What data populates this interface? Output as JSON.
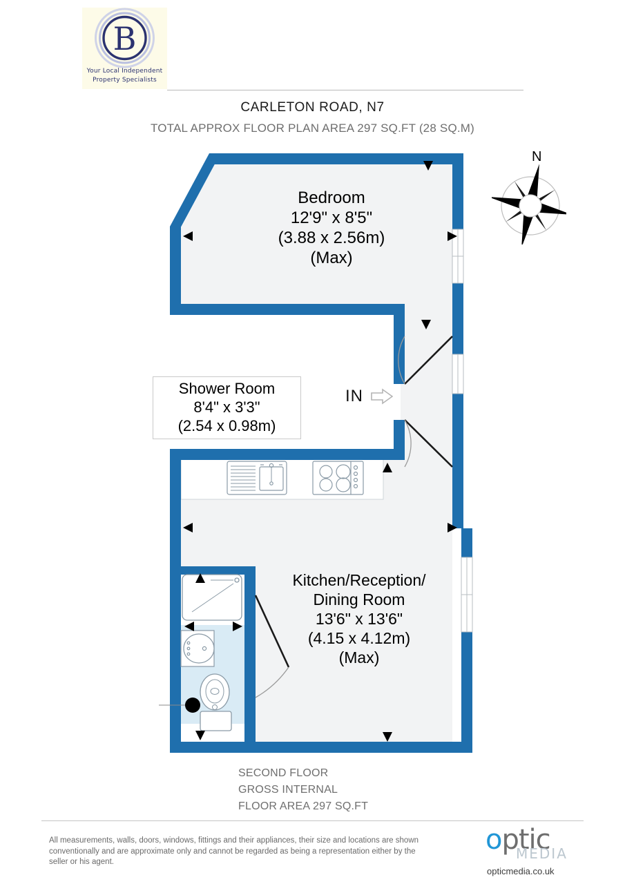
{
  "brand": {
    "monogram": "B",
    "tagline_line1": "Your Local Independent",
    "tagline_line2": "Property Specialists",
    "bg_color": "#fdfbe8",
    "ink_color": "#2b3270"
  },
  "header": {
    "title": "CARLETON ROAD, N7",
    "subtitle": "TOTAL APPROX FLOOR PLAN AREA 297 SQ.FT (28 SQ.M)"
  },
  "compass": {
    "north_label": "N"
  },
  "entry": {
    "label": "IN",
    "arrow_icon": "arrow-right-outline"
  },
  "rooms": [
    {
      "id": "bedroom",
      "name": "Bedroom",
      "dim_imperial": "12'9\" x 8'5\"",
      "dim_metric": "(3.88 x 2.56m)",
      "qualifier": "(Max)",
      "text": "Bedroom\n12'9\" x 8'5\"\n(3.88 x 2.56m)\n(Max)"
    },
    {
      "id": "shower-room",
      "name": "Shower Room",
      "dim_imperial": "8'4\" x 3'3\"",
      "dim_metric": "(2.54 x 0.98m)",
      "qualifier": "",
      "text": "Shower Room\n8'4\" x 3'3\"\n(2.54 x 0.98m)"
    },
    {
      "id": "kitchen-reception-dining",
      "name": "Kitchen/Reception/Dining Room",
      "dim_imperial": "13'6\" x 13'6\"",
      "dim_metric": "(4.15 x 4.12m)",
      "qualifier": "(Max)",
      "text": "Kitchen/Reception/\nDining Room\n13'6\" x 13'6\"\n(4.15 x 4.12m)\n(Max)"
    }
  ],
  "floor_note": "SECOND FLOOR\nGROSS INTERNAL\nFLOOR AREA 297 SQ.FT",
  "disclaimer": "All measurements, walls, doors, windows, fittings and their appliances, their size and locations are shown conventionally and are approximate only and cannot be regarded as being a representation either by the seller or his agent.",
  "producer": {
    "word_o": "o",
    "word_rest": "ptic",
    "sub": "MEDIA",
    "url": "opticmedia.co.uk",
    "accent_color": "#2196d6",
    "text_color": "#6e6e6e",
    "sub_color": "#bcc7cf"
  },
  "plan_colors": {
    "wall": "#1f6fad",
    "room_fill": "#f2f3f4",
    "wet_room_fill": "#d9ebf5",
    "fixture_stroke": "#8a9aa6",
    "door_arc": "#9a9a9a",
    "marker": "#000000"
  },
  "fixtures": [
    {
      "name": "kitchen-sink-with-drainer"
    },
    {
      "name": "hob-four-burner"
    },
    {
      "name": "shower-tray"
    },
    {
      "name": "wash-basin"
    },
    {
      "name": "toilet"
    },
    {
      "name": "soil-stack-marker"
    }
  ]
}
